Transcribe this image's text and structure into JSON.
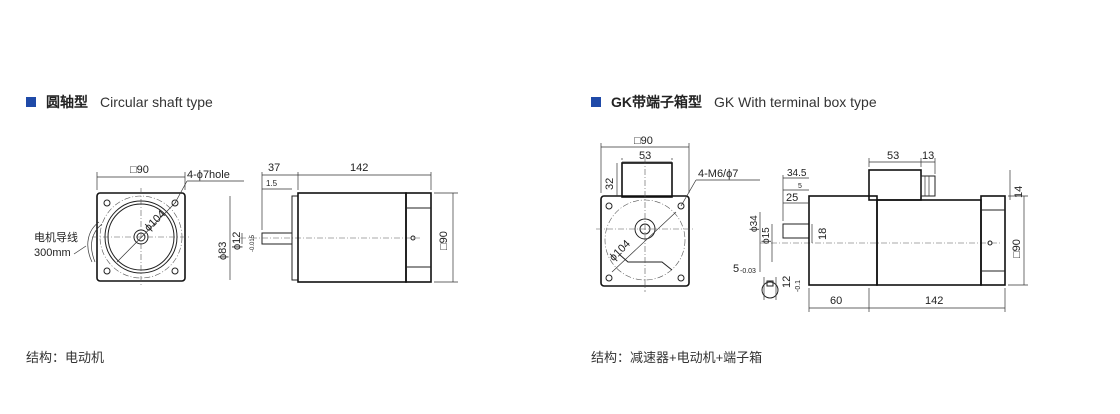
{
  "colors": {
    "bullet": "#1f4aa8",
    "line": "#222222",
    "background": "#ffffff"
  },
  "left": {
    "title_cn": "圆轴型",
    "title_en": "Circular shaft type",
    "caption": "结构：电动机",
    "dims": {
      "square": "□90",
      "holes": "4-ϕ7hole",
      "bolt_circle": "ϕ104",
      "wire_label_line1": "电机导线",
      "wire_label_line2": "300mm",
      "shaft_length": "37",
      "shaft_step": "1.5",
      "body_length": "142",
      "flange_dia": "ϕ83",
      "shaft_dia": "ϕ12",
      "shaft_tol": "-0.015",
      "side_square": "□90"
    }
  },
  "right": {
    "title_cn": "GK带端子箱型",
    "title_en": "GK With terminal box type",
    "caption": "结构：减速器+电动机+端子箱",
    "dims": {
      "square": "□90",
      "box_width": "53",
      "box_height": "32",
      "threads": "4-M6/ϕ7",
      "bolt_circle": "ϕ104",
      "shaft_total": "34.5",
      "shaft_step": "5",
      "key_length": "25",
      "pilot_dia": "ϕ34",
      "shaft_dia": "ϕ15",
      "shaft_offset": "18",
      "top_box_width": "53",
      "top_box_offset": "13",
      "top_box_height": "14",
      "side_square": "□90",
      "gear_length": "60",
      "body_length": "142",
      "key_width": "5",
      "key_width_tol": "-0.03",
      "key_depth": "12",
      "key_depth_tol": "-0.1"
    }
  }
}
